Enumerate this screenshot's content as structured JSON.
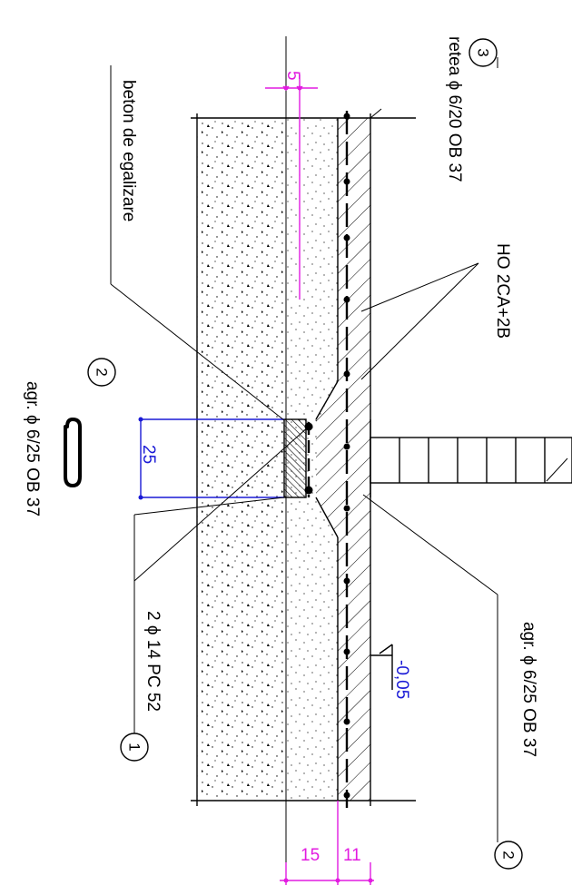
{
  "labels": {
    "retea": "retea ϕ 6/20 OB 37",
    "beton": "beton de egalizare",
    "ho": "HO 2CA+2B",
    "agr_left": "agr. ϕ 6/25 OB 37",
    "agr_right": "agr. ϕ 6/25 OB 37",
    "bars": "2 ϕ 14 PC 52"
  },
  "markers": {
    "m3": "3",
    "m2_left": "2",
    "m1": "1",
    "m2_right": "2"
  },
  "dimensions": {
    "d5": "5",
    "d25": "25",
    "d15": "15",
    "d11": "11",
    "level": "-0,05"
  },
  "colors": {
    "dimension_magenta": "#e21be0",
    "dimension_blue": "#1a1ad6",
    "lines": "#000000"
  }
}
